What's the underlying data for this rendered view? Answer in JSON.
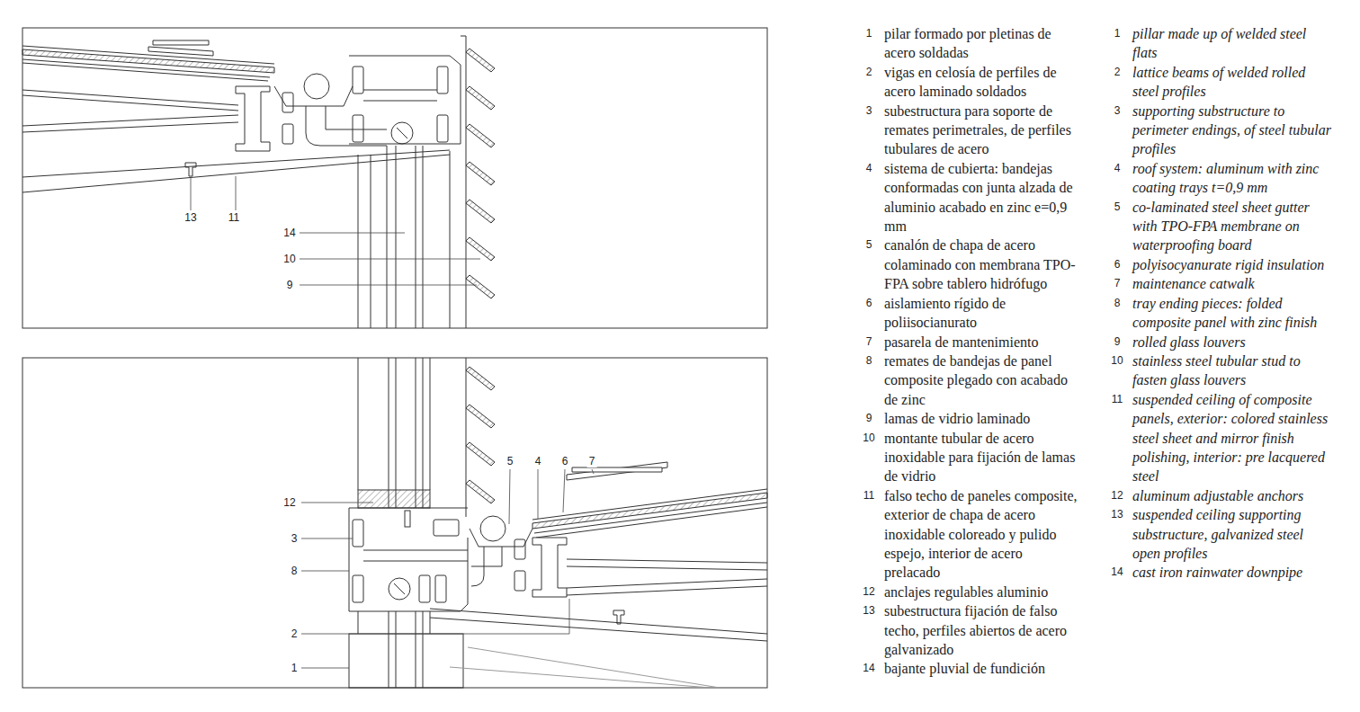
{
  "diagram": {
    "labels": [
      "13",
      "11",
      "14",
      "10",
      "9",
      "5",
      "4",
      "6",
      "7",
      "12",
      "3",
      "8",
      "2",
      "1",
      "1",
      "pilar formado por pletinas de acero soldadas",
      "2",
      "vigas en celosía de perfiles de acero laminado soldados",
      "3",
      "subestructura para soporte de remates perimetrales, de perfiles tubulares de acero",
      "4",
      "sistema de cubierta: bandejas conformadas con junta alzada de aluminio acabado en zinc e=0,9 mm",
      "5",
      "canalón de chapa de acero colaminado con membrana TPO-FPA sobre tablero hidrófugo",
      "6",
      "aislamiento rígido de poliisocianurato",
      "7",
      "pasarela de mantenimiento",
      "8",
      "remates de bandejas de panel composite plegado con acabado de zinc",
      "9",
      "lamas de vidrio laminado",
      "10",
      "montante tubular de acero inoxidable para fijación de lamas de vidrio",
      "11",
      "falso techo de paneles composite, exterior de chapa de acero inoxidable coloreado y pulido espejo, interior de acero prelacado",
      "12",
      "anclajes regulables aluminio",
      "13",
      "subestructura fijación de falso techo, perfiles abiertos de acero galvanizado",
      "14",
      "bajante pluvial de fundición",
      "1",
      "pillar made up of welded steel flats",
      "2",
      "lattice beams of welded rolled steel profiles",
      "3",
      "supporting substructure to perimeter endings, of steel tubular profiles",
      "4",
      "roof system: aluminum with zinc coating trays t=0,9 mm",
      "5",
      "co-laminated steel sheet gutter with TPO-FPA membrane on waterproofing board",
      "6",
      "polyisocyanurate rigid insulation",
      "7",
      "maintenance catwalk",
      "8",
      "tray ending pieces: folded composite panel with zinc finish",
      "9",
      "rolled glass louvers",
      "10",
      "stainless steel tubular stud to fasten glass louvers",
      "11",
      "suspended ceiling of composite panels, exterior: colored stainless steel sheet and mirror finish polishing, interior: pre lacquered steel",
      "12",
      "aluminum adjustable anchors",
      "13",
      "suspended ceiling supporting substructure, galvanized steel open profiles",
      "14",
      "cast iron rainwater downpipe"
    ]
  }
}
